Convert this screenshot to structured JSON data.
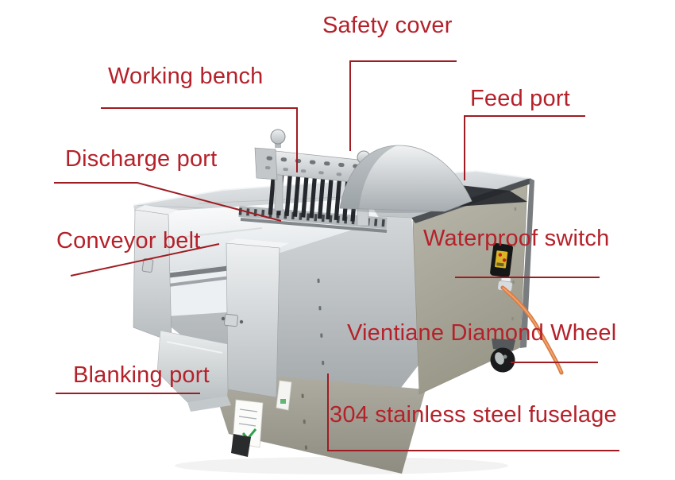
{
  "page": {
    "background_color": "#ffffff"
  },
  "style": {
    "label_color": "#b5212a",
    "leader_line_color": "#9e1c22",
    "steel_color": "#c7cbce",
    "panel_color": "#aeac9f",
    "cable_color": "#d97b43",
    "switch_label_color": "#d9b525",
    "sticker_check_color": "#2fa14f"
  },
  "labels": [
    {
      "id": "safety-cover",
      "text": "Safety cover"
    },
    {
      "id": "working-bench",
      "text": "Working bench"
    },
    {
      "id": "feed-port",
      "text": "Feed port"
    },
    {
      "id": "discharge-port",
      "text": "Discharge port"
    },
    {
      "id": "conveyor-belt",
      "text": "Conveyor belt"
    },
    {
      "id": "waterproof-switch",
      "text": "Waterproof switch"
    },
    {
      "id": "diamond-wheel",
      "text": "Vientiane Diamond Wheel"
    },
    {
      "id": "blanking-port",
      "text": "Blanking port"
    },
    {
      "id": "fuselage",
      "text": "304 stainless steel fuselage"
    }
  ]
}
